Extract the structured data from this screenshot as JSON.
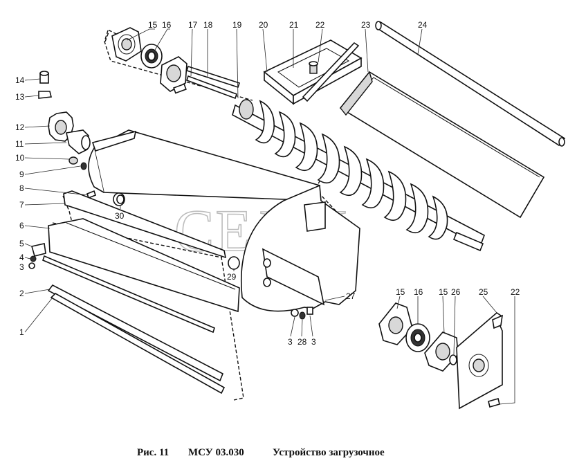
{
  "caption": {
    "fig": "Рис. 11",
    "code": "МСУ 03.030",
    "title": "Устройство загрузочное"
  },
  "watermark": "СЕЛМ",
  "part_labels": [
    {
      "id": "l15a",
      "text": "15"
    },
    {
      "id": "l16a",
      "text": "16"
    },
    {
      "id": "l17",
      "text": "17"
    },
    {
      "id": "l18",
      "text": "18"
    },
    {
      "id": "l19",
      "text": "19"
    },
    {
      "id": "l20",
      "text": "20"
    },
    {
      "id": "l21",
      "text": "21"
    },
    {
      "id": "l22a",
      "text": "22"
    },
    {
      "id": "l23",
      "text": "23"
    },
    {
      "id": "l24",
      "text": "24"
    },
    {
      "id": "l14",
      "text": "14"
    },
    {
      "id": "l13",
      "text": "13"
    },
    {
      "id": "l12",
      "text": "12"
    },
    {
      "id": "l11",
      "text": "11"
    },
    {
      "id": "l10",
      "text": "10"
    },
    {
      "id": "l9",
      "text": "9"
    },
    {
      "id": "l8",
      "text": "8"
    },
    {
      "id": "l7",
      "text": "7"
    },
    {
      "id": "l6",
      "text": "6"
    },
    {
      "id": "l5",
      "text": "5"
    },
    {
      "id": "l4",
      "text": "4"
    },
    {
      "id": "l3a",
      "text": "3"
    },
    {
      "id": "l2",
      "text": "2"
    },
    {
      "id": "l1",
      "text": "1"
    },
    {
      "id": "l30",
      "text": "30"
    },
    {
      "id": "l29",
      "text": "29"
    },
    {
      "id": "l27",
      "text": "27"
    },
    {
      "id": "l3b",
      "text": "3"
    },
    {
      "id": "l28",
      "text": "28"
    },
    {
      "id": "l3c",
      "text": "3"
    },
    {
      "id": "l15b",
      "text": "15"
    },
    {
      "id": "l16b",
      "text": "16"
    },
    {
      "id": "l15c",
      "text": "15"
    },
    {
      "id": "l26",
      "text": "26"
    },
    {
      "id": "l25",
      "text": "25"
    },
    {
      "id": "l22b",
      "text": "22"
    }
  ]
}
